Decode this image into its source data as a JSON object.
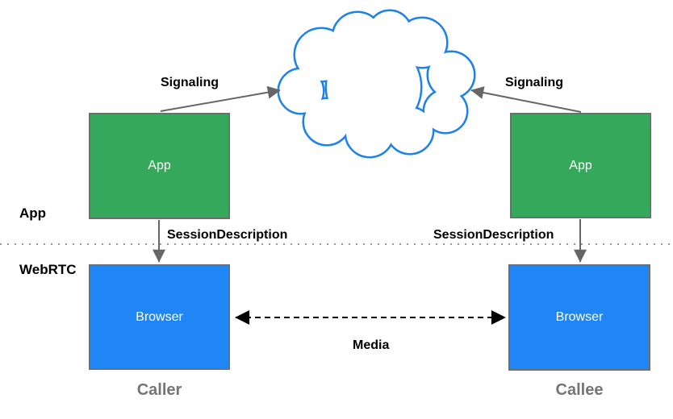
{
  "colors": {
    "green_fill": "#35A85B",
    "blue_fill": "#2186F5",
    "cloud_stroke": "#1E82E8",
    "box_border": "#6E6E6E",
    "arrow_gray": "#666666",
    "media_black": "#000000",
    "divider_gray": "#999999",
    "role_gray": "#757575",
    "label_black": "#000000"
  },
  "nodes": {
    "caller_app": "App",
    "callee_app": "App",
    "caller_browser": "Browser",
    "callee_browser": "Browser"
  },
  "edge_labels": {
    "signaling_left": "Signaling",
    "signaling_right": "Signaling",
    "session_description_left": "SessionDescription",
    "session_description_right": "SessionDescription",
    "media": "Media"
  },
  "layer_labels": {
    "app": "App",
    "webrtc": "WebRTC"
  },
  "role_labels": {
    "caller": "Caller",
    "callee": "Callee"
  }
}
